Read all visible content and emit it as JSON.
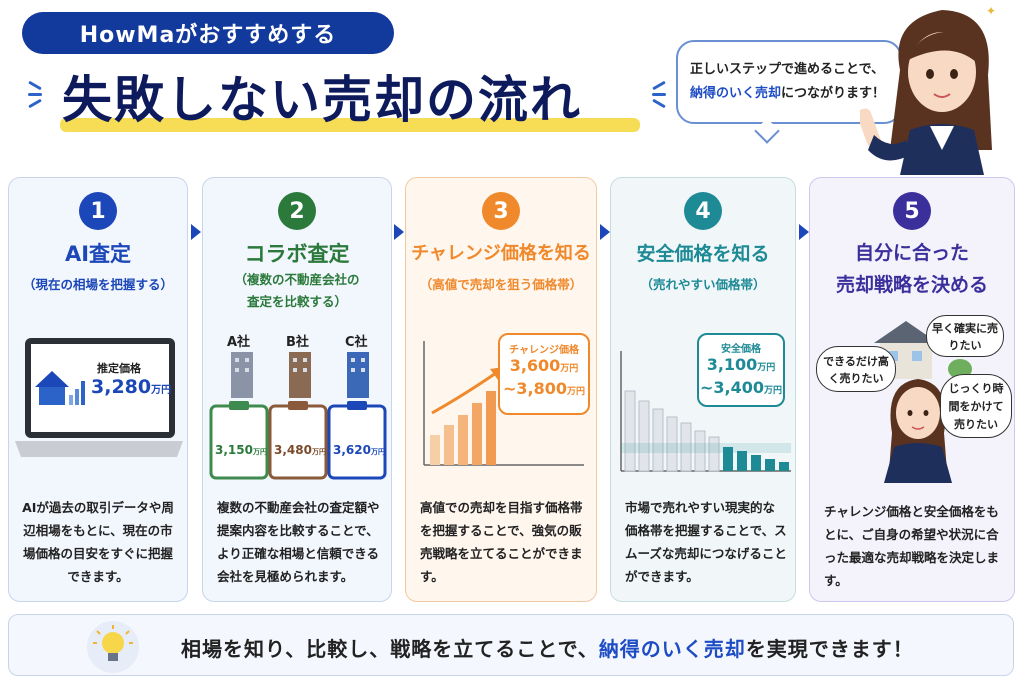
{
  "header": {
    "badge": "HowMaがおすすめする",
    "title": "失敗しない売却の流れ"
  },
  "speech_top": {
    "line1": "正しいステップで進めることで、",
    "highlight": "納得のいく売却",
    "line2_rest": "につながります！"
  },
  "steps": [
    {
      "number": "1",
      "color": "#1b47b8",
      "title": "AI査定",
      "subtitle": "（現在の相場を把握する）",
      "estimate_label": "推定価格",
      "estimate_value": "3,280",
      "estimate_unit": "万円",
      "description": "AIが過去の取引データや周辺相場をもとに、現在の市場価格の目安をすぐに把握できます。"
    },
    {
      "number": "2",
      "color": "#2b7a3b",
      "title": "コラボ査定",
      "subtitle1": "（複数の不動産会社の",
      "subtitle2": "査定を比較する）",
      "companies": [
        {
          "name": "A社",
          "value": "3,150",
          "unit": "万円"
        },
        {
          "name": "B社",
          "value": "3,480",
          "unit": "万円"
        },
        {
          "name": "C社",
          "value": "3,620",
          "unit": "万円"
        }
      ],
      "description": "複数の不動産会社の査定額や提案内容を比較することで、より正確な相場と信頼できる会社を見極められます。"
    },
    {
      "number": "3",
      "color": "#f0892b",
      "title": "チャレンジ価格を知る",
      "subtitle": "（高値で売却を狙う価格帯）",
      "price_label": "チャレンジ価格",
      "price_line1": "3,600",
      "price_line2": "~3,800",
      "unit": "万円",
      "description": "高値での売却を目指す価格帯を把握することで、強気の販売戦略を立てることができます。"
    },
    {
      "number": "4",
      "color": "#1e8a96",
      "title": "安全価格を知る",
      "subtitle": "（売れやすい価格帯）",
      "price_label": "安全価格",
      "price_line1": "3,100",
      "price_line2": "~3,400",
      "unit": "万円",
      "description": "市場で売れやすい現実的な価格帯を把握することで、スムーズな売却につなげることができます。"
    },
    {
      "number": "5",
      "color": "#3b2f9c",
      "title1": "自分に合った",
      "title2": "売却戦略を決める",
      "bubbles": [
        "早く確実に売りたい",
        "できるだけ高く売りたい",
        "じっくり時間をかけて売りたい"
      ],
      "description": "チャレンジ価格と安全価格をもとに、ご自身の希望や状況に合った最適な売却戦略を決定します。"
    }
  ],
  "footer": {
    "text_before": "相場を知り、比較し、戦略を立てることで、",
    "highlight": "納得のいく売却",
    "text_after": "を実現できます！"
  },
  "colors": {
    "navy": "#123a9c",
    "accent_blue": "#1d4cc4",
    "yellow": "#f7dd55"
  }
}
